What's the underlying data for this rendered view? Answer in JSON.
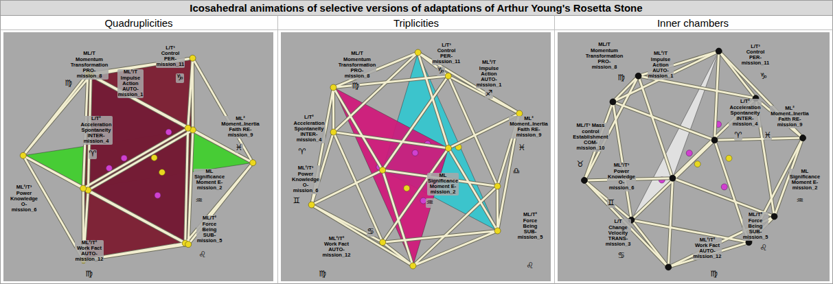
{
  "diagram": {
    "title": "Icosahedral animations of selective versions of adaptations of Arthur Young's Rosetta Stone",
    "labels": [
      "Quadruplicities",
      "Triplicities",
      "Inner chambers",
      "ML/T Momentum Transformation PRO-mission_8",
      "♍",
      "L/T³ Control PER-mission_11",
      "ML²/T Impulse Action AUTO-mission_1",
      "♑",
      "L/T² Acceleration Spontaneity INTER-mission_4",
      "♈",
      "ML² Moment..Inertia Faith RE-mission_9",
      "♓",
      "ML Significance Moment E-mission_2",
      "♒",
      "ML²/T³ Power Knowledge O-mission_6",
      "ML/T² Force Being SUB-mission_5",
      "♌",
      "ML²/T² Work Fact AUTO-mission_12",
      "♍",
      "ML/T Momentum Transformation PRO-mission_8",
      "♍",
      "L/T³ Control PER-mission_11",
      "ML²/T Impulse Action AUTO-mission_1",
      "♑",
      "♐",
      "L/T² Acceleration Spontaneity INTER-mission_4",
      "♈",
      "ML² Moment..Inertia Faith RE-mission_9",
      "♓",
      "ML²/T³ Power Knowledge O-mission_6",
      "♊",
      "ML Significance Moment E-mission_2",
      "♒",
      "♎",
      "ML/T² Force Being SUB-mission_5",
      "♌",
      "ML²/T² Work Fact AUTO-mission_12",
      "♍",
      "♋",
      "ML/T Momentum Transformation PRO-mission_8",
      "♍",
      "ML²/T Impulse Action AUTO-mission_1",
      "L/T³ Control PER-mission_11",
      "♑",
      "ML/T³ Mass control Establishment COM-mission_10",
      "♉",
      "L/T² Acceleration Spontaneity INTER-mission_4",
      "♈",
      "ML² Moment..Inertia Faith RE-mission_9",
      "♓",
      "ML Significance Moment E-mission_2",
      "♒",
      "ML²/T³ Power Knowledge O-mission_6",
      "♊",
      "L/T Change Velocity TRANS-mission_3",
      "♋",
      "ML/T² Force Being SUB-mission_5",
      "♌",
      "ML²/T² Work Fact AUTO-mission_12",
      "♍"
    ]
  }
}
